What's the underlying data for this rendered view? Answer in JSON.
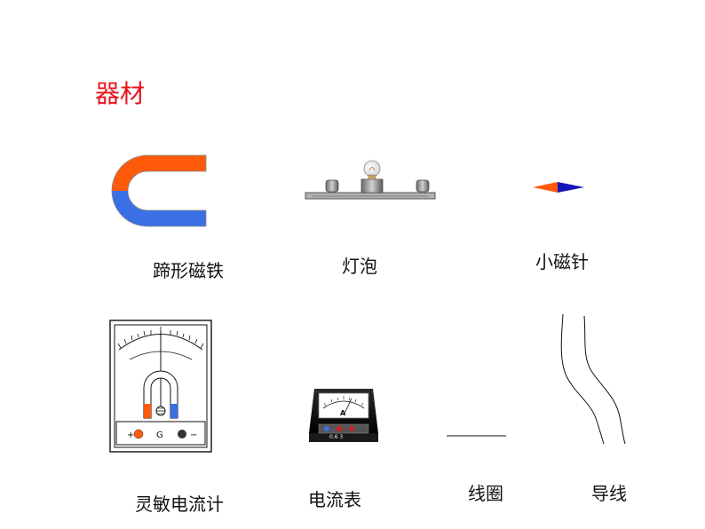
{
  "title": "器材",
  "items": {
    "horseshoe_magnet": {
      "label": "蹄形磁铁"
    },
    "bulb": {
      "label": "灯泡"
    },
    "compass_needle": {
      "label": "小磁针"
    },
    "galvanometer": {
      "label": "灵敏电流计",
      "terminal_plus": "+",
      "terminal_letter": "G",
      "terminal_minus": "−"
    },
    "ammeter": {
      "label": "电流表",
      "dial_letter": "A",
      "terminals": "0.6  3"
    },
    "coil": {
      "label": "线圈"
    },
    "wire": {
      "label": "导线"
    }
  },
  "colors": {
    "title": "#e8141b",
    "magnet_north": "#ff5a0a",
    "magnet_south": "#3b6fe6",
    "needle_south": "#1515b8"
  }
}
